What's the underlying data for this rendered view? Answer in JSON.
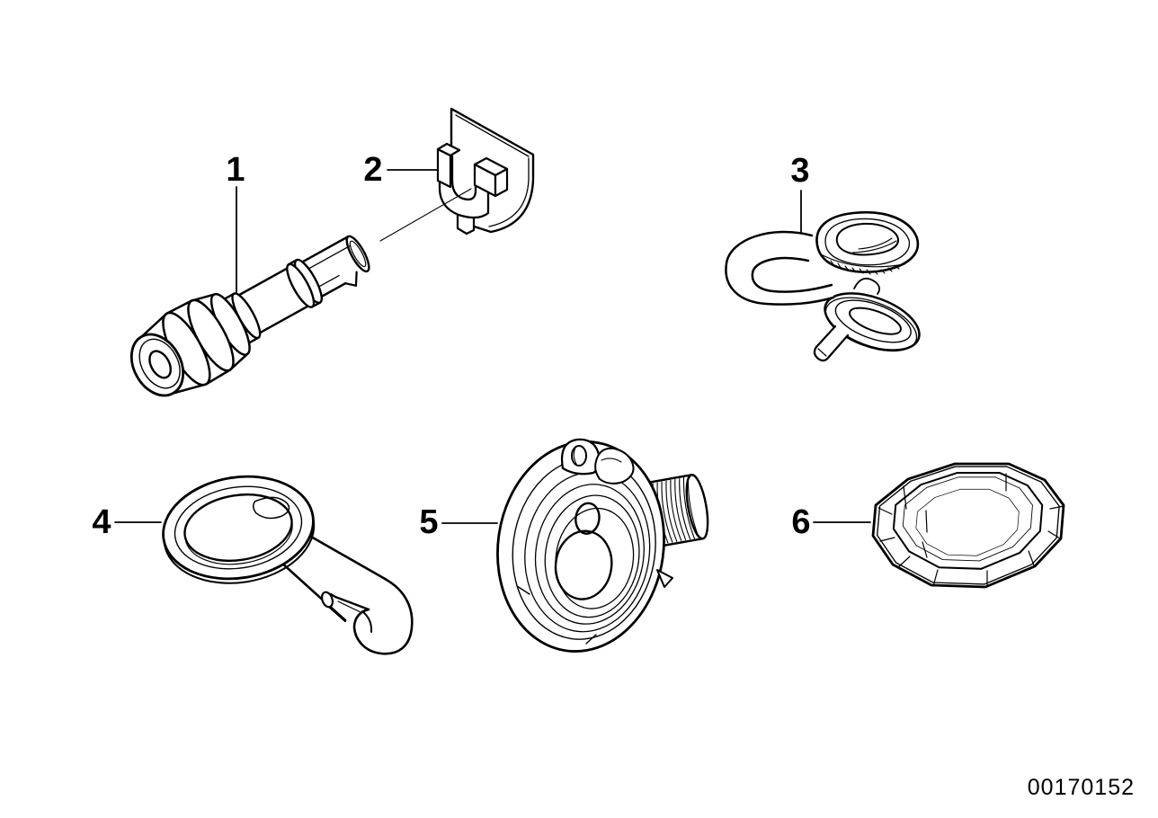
{
  "diagram": {
    "background_color": "#ffffff",
    "line_color": "#000000",
    "part_labels": [
      {
        "text": "1"
      },
      {
        "text": "2"
      },
      {
        "text": "3"
      },
      {
        "text": "4"
      },
      {
        "text": "5"
      },
      {
        "text": "6"
      }
    ],
    "document_number": "00170152"
  }
}
